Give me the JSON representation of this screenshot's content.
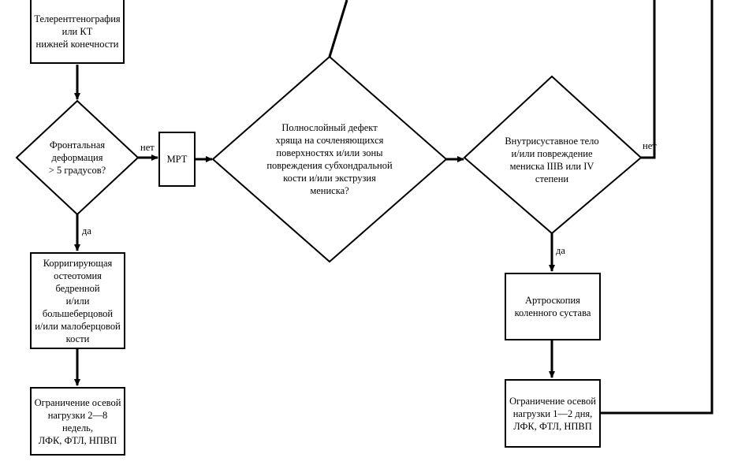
{
  "nodes": {
    "teleroentgenography": "Телерентгенография\nили КТ\nнижней конечности",
    "frontal_deformity": "Фронтальная\nдеформация\n> 5 градусов?",
    "mri": "МРТ",
    "full_thickness_defect": "Полнослойный дефект\nхряща на сочленяющихся\nповерхностях и/или зоны\nповреждения субхондральной\nкости и/или экструзия\nмениска?",
    "intraarticular_body": "Внутрисуставное тело\nи/или повреждение\nмениска IIIВ или IV\nстепени",
    "corrective_osteotomy": "Корригирующая\nостеотомия бедренной\nи/или большеберцовой\nи/или малоберцовой\nкости",
    "arthroscopy": "Артроскопия\nколенного сустава",
    "axial_load_left": "Ограничение осевой\nнагрузки 2—8 недель,\nЛФК, ФТЛ, НПВП",
    "axial_load_right": "Ограничение осевой\nнагрузки 1—2 дня,\nЛФК, ФТЛ, НПВП"
  },
  "edge_labels": {
    "no_frontal": "нет",
    "yes_frontal": "да",
    "no_intraarticular": "нет",
    "yes_intraarticular": "да"
  }
}
